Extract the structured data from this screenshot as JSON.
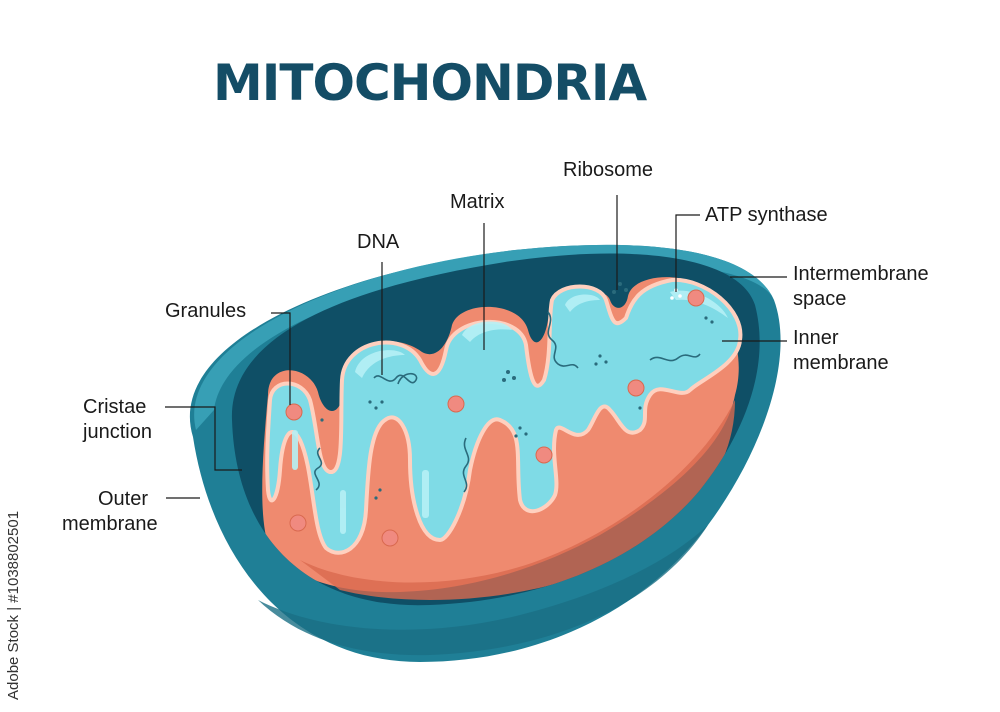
{
  "title": "MITOCHONDRIA",
  "labels": {
    "ribosome": "Ribosome",
    "atp_synthase": "ATP synthase",
    "matrix": "Matrix",
    "dna": "DNA",
    "intermembrane_1": "Intermembrane",
    "intermembrane_2": "space",
    "granules": "Granules",
    "inner_1": "Inner",
    "inner_2": "membrane",
    "cristae_1": "Cristae",
    "cristae_2": "junction",
    "outer_1": "Outer",
    "outer_2": "membrane"
  },
  "credit": "Adobe Stock | #1038802501",
  "colors": {
    "title": "#144d66",
    "outer_membrane": "#1f7f96",
    "outer_membrane_light": "#3aa3b8",
    "intermembrane_space": "#0f4f66",
    "inner_membrane": "#ef8a6f",
    "inner_membrane_dark": "#d9694f",
    "inner_membrane_edge": "#ffd0bf",
    "matrix": "#7fdbe6",
    "matrix_light": "#b6f0f5",
    "granule": "#f08a80"
  }
}
